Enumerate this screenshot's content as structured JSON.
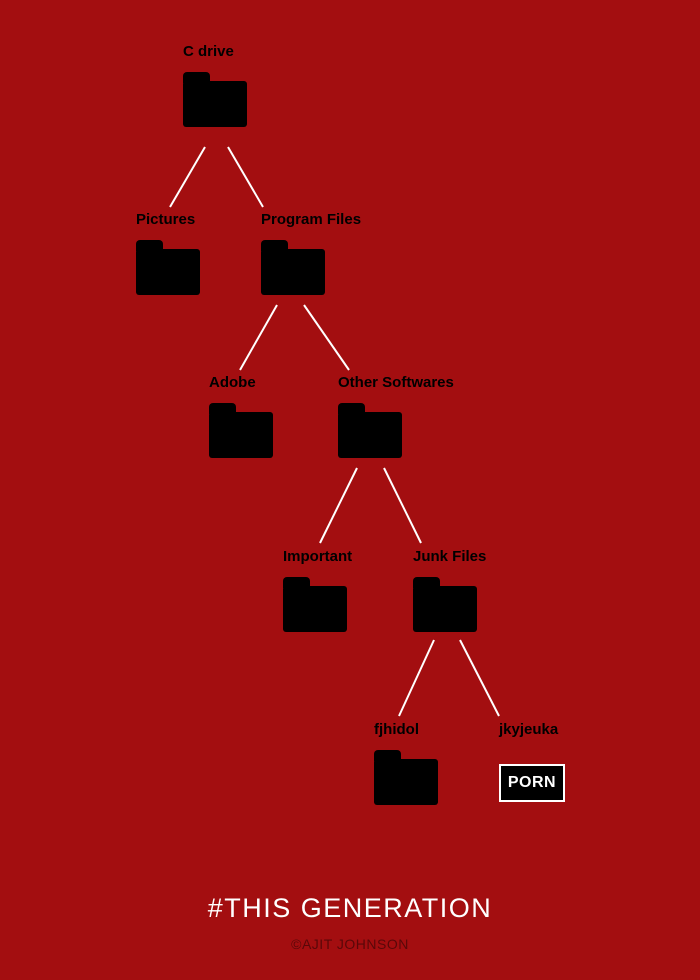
{
  "poster": {
    "title": "#THIS GENERATION",
    "credit": "©AJIT JOHNSON"
  },
  "colors": {
    "background": "#a30e10",
    "folder": "#000000",
    "connector": "#ffffff",
    "title_text": "#ffffff",
    "label_text": "#000000",
    "file_text": "#ffffff"
  },
  "tree": {
    "nodes": [
      {
        "id": "c-drive",
        "label": "C drive",
        "type": "folder",
        "parent": null
      },
      {
        "id": "pictures",
        "label": "Pictures",
        "type": "folder",
        "parent": "c-drive"
      },
      {
        "id": "program-files",
        "label": "Program Files",
        "type": "folder",
        "parent": "c-drive"
      },
      {
        "id": "adobe",
        "label": "Adobe",
        "type": "folder",
        "parent": "program-files"
      },
      {
        "id": "other-softwares",
        "label": "Other Softwares",
        "type": "folder",
        "parent": "program-files"
      },
      {
        "id": "important",
        "label": "Important",
        "type": "folder",
        "parent": "other-softwares"
      },
      {
        "id": "junk-files",
        "label": "Junk Files",
        "type": "folder",
        "parent": "other-softwares"
      },
      {
        "id": "fjhidol",
        "label": "fjhidol",
        "type": "folder",
        "parent": "junk-files"
      },
      {
        "id": "jkyjeuka",
        "label": "jkyjeuka",
        "type": "file",
        "file_label": "PORN",
        "parent": "junk-files"
      }
    ]
  }
}
